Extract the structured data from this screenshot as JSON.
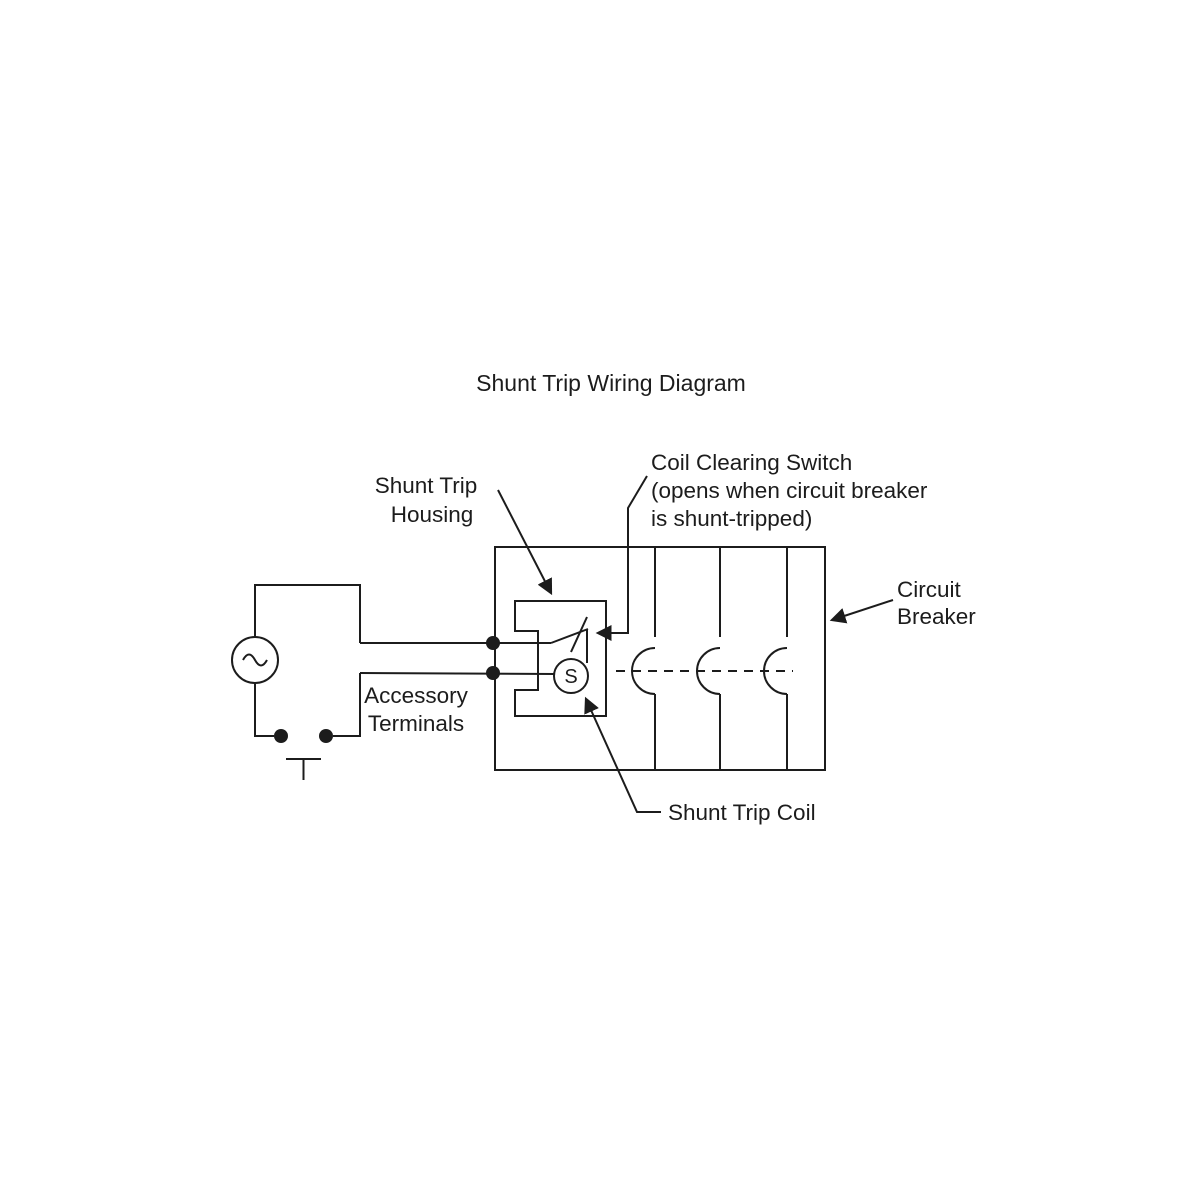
{
  "diagram": {
    "title": "Shunt Trip Wiring Diagram",
    "labels": {
      "shunt_trip_housing_line1": "Shunt Trip",
      "shunt_trip_housing_line2": "Housing",
      "coil_clearing_switch_line1": "Coil Clearing Switch",
      "coil_clearing_switch_line2": "(opens when circuit breaker",
      "coil_clearing_switch_line3": "is shunt-tripped)",
      "circuit_breaker_line1": "Circuit",
      "circuit_breaker_line2": "Breaker",
      "accessory_terminals_line1": "Accessory",
      "accessory_terminals_line2": "Terminals",
      "shunt_trip_coil": "Shunt Trip Coil",
      "coil_letter": "S"
    },
    "colors": {
      "line": "#1c1c1c",
      "background": "#ffffff"
    }
  }
}
